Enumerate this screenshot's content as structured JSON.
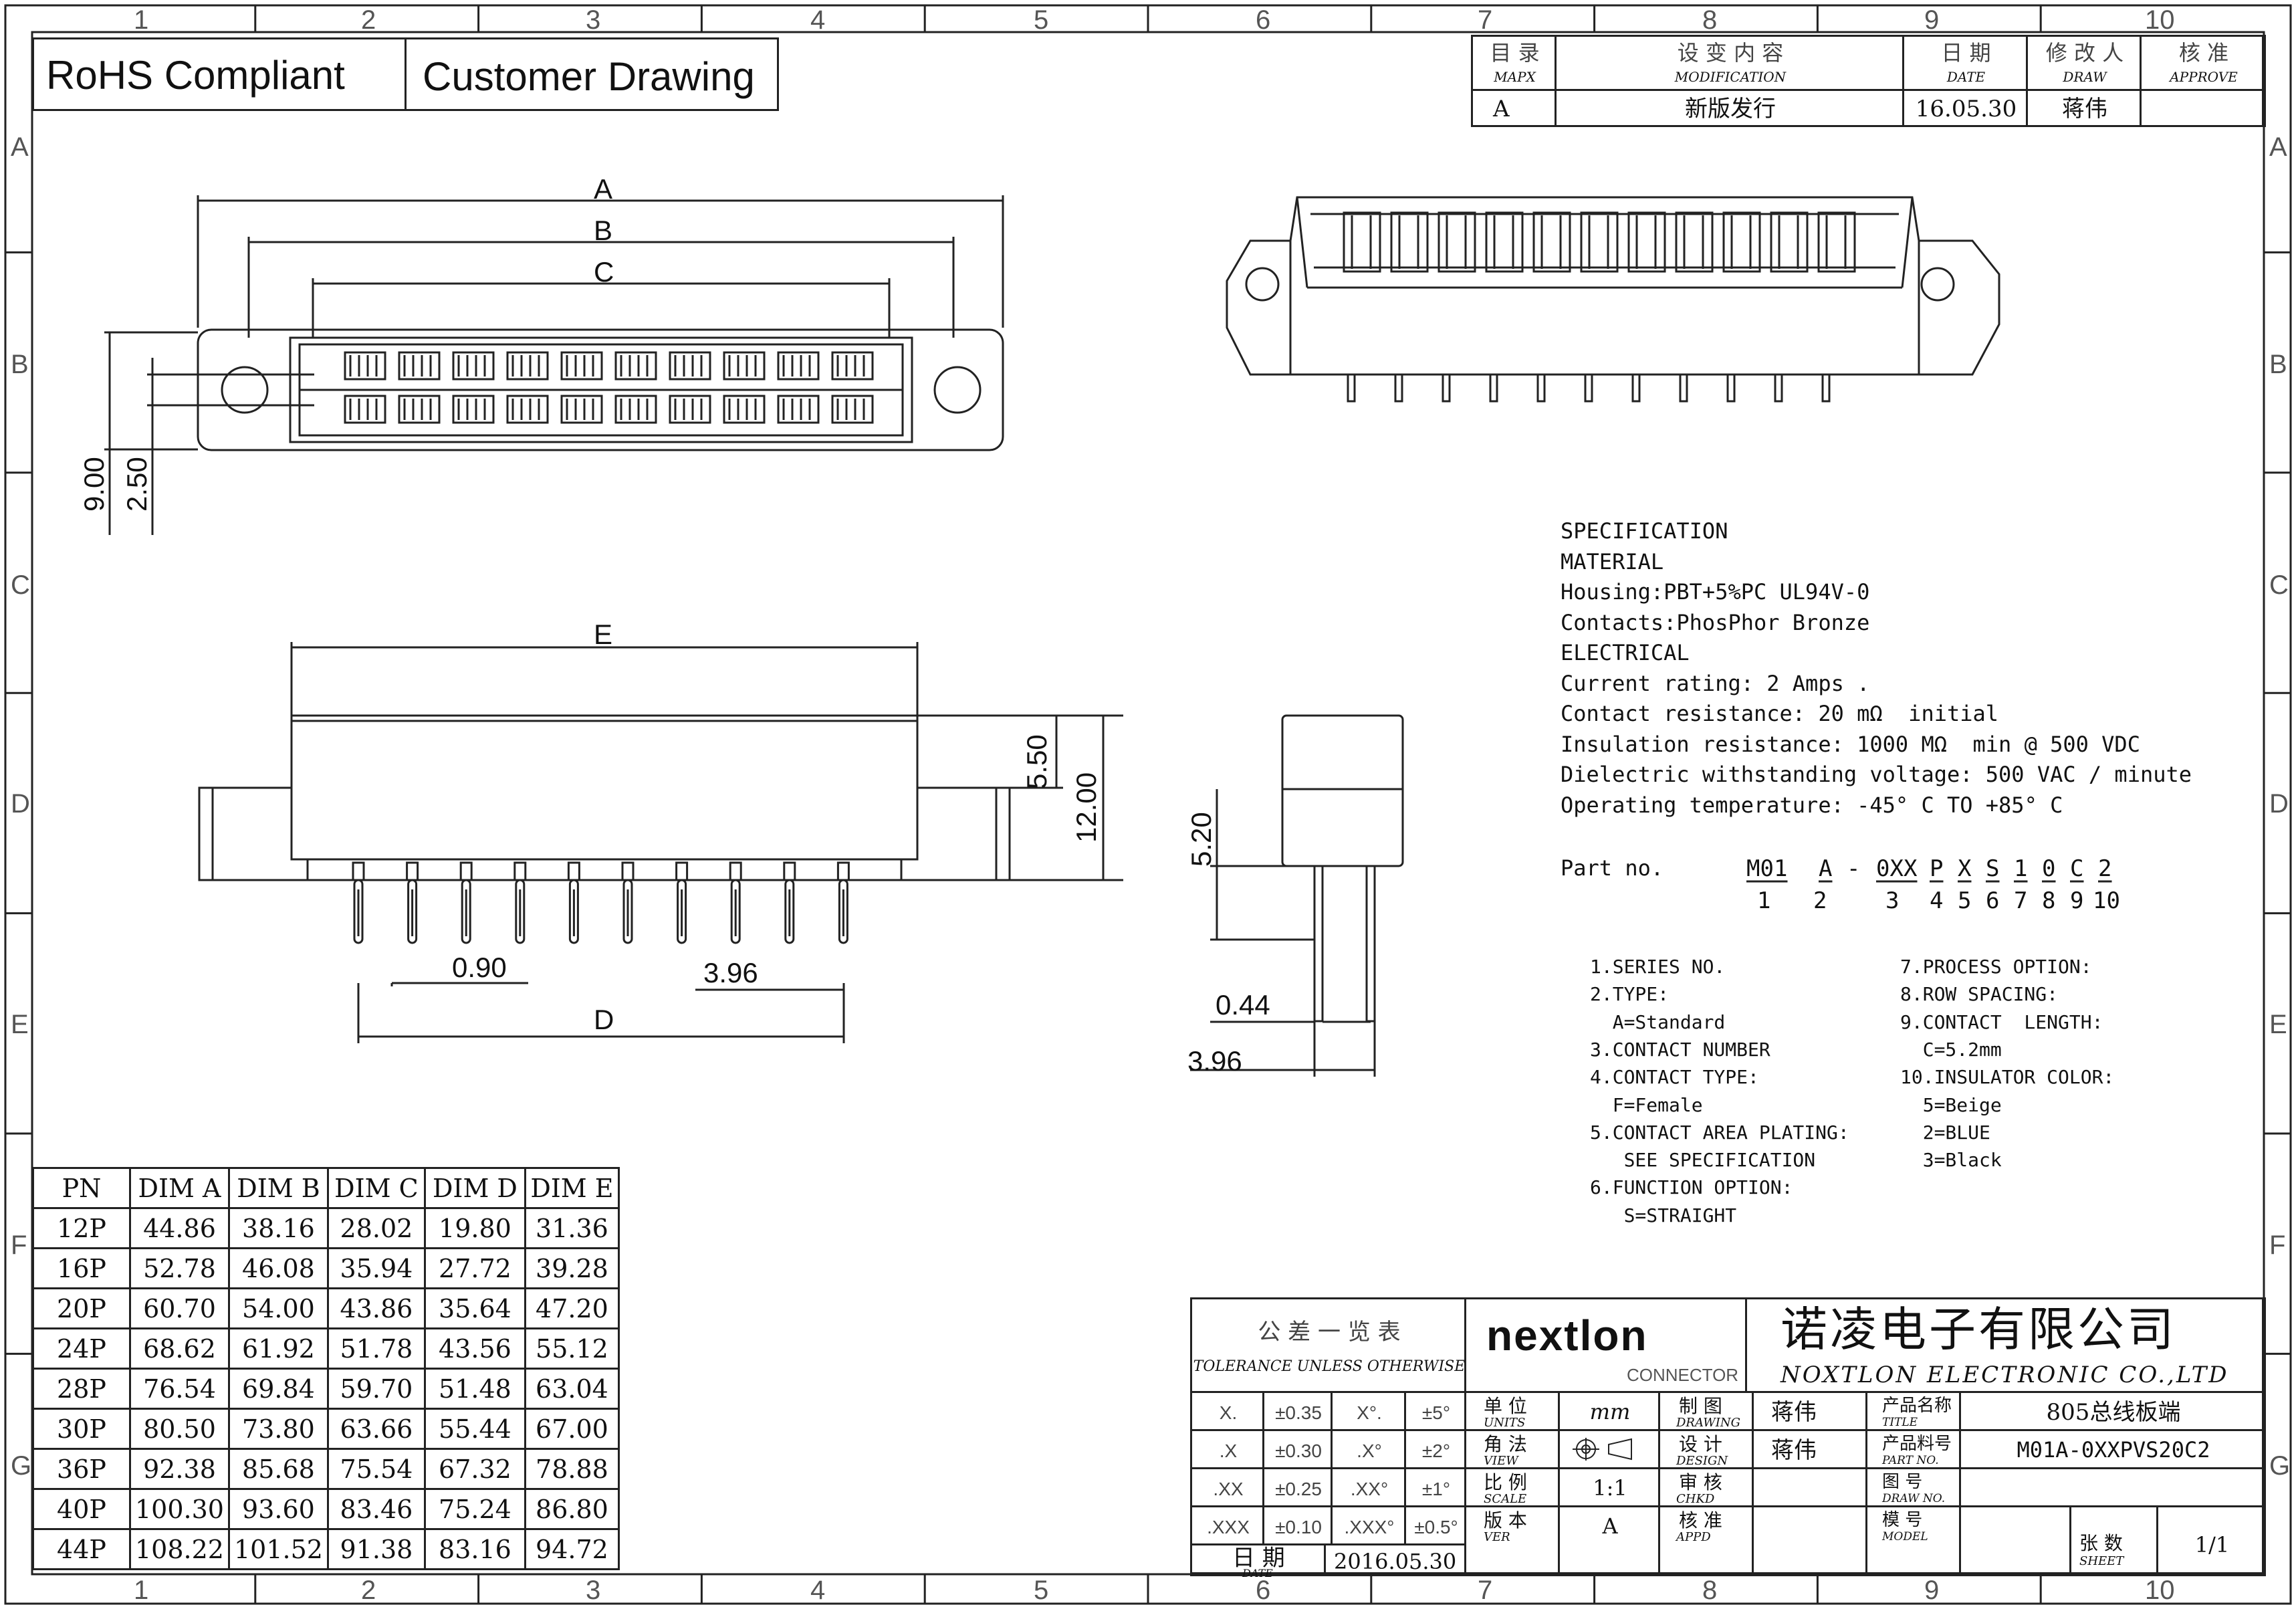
{
  "header": {
    "rohs": "RoHS Compliant",
    "doc_type": "Customer Drawing"
  },
  "grid": {
    "cols": [
      "1",
      "2",
      "3",
      "4",
      "5",
      "6",
      "7",
      "8",
      "9",
      "10"
    ],
    "rows": [
      "A",
      "B",
      "C",
      "D",
      "E",
      "F",
      "G"
    ]
  },
  "revision": {
    "headers": [
      {
        "cn": "目 录",
        "en": "MAPX"
      },
      {
        "cn": "设 变 内 容",
        "en": "MODIFICATION"
      },
      {
        "cn": "日 期",
        "en": "DATE"
      },
      {
        "cn": "修 改 人",
        "en": "DRAW"
      },
      {
        "cn": "核 准",
        "en": "APPROVE"
      }
    ],
    "row": {
      "mapx": "A",
      "modification": "新版发行",
      "date": "16.05.30",
      "draw": "蒋伟",
      "approve": ""
    }
  },
  "dimensions": {
    "a": "A",
    "b": "B",
    "c": "C",
    "e": "E",
    "d": "D",
    "h900": "9.00",
    "h250": "2.50",
    "h550": "5.50",
    "h1200": "12.00",
    "h520": "5.20",
    "p090": "0.90",
    "p396": "3.96",
    "p044": "0.44",
    "p396b": "3.96"
  },
  "spec": {
    "lines": [
      "SPECIFICATION",
      "MATERIAL",
      "Housing:PBT+5%PC UL94V-0",
      "Contacts:PhosPhor Bronze",
      "ELECTRICAL",
      "Current rating: 2 Amps .",
      "Contact resistance: 20 mΩ  initial",
      "Insulation resistance: 1000 MΩ  min @ 500 VDC",
      "Dielectric withstanding voltage: 500 VAC / minute",
      "Operating temperature: -45° C TO +85° C"
    ],
    "part_label": "Part no.",
    "part_segments": [
      "M01",
      "A",
      "-",
      "0XX",
      "P",
      "X",
      "S",
      "1",
      "0",
      "C",
      "2"
    ],
    "part_indices": [
      "1",
      "2",
      "3",
      "4",
      "5",
      "6",
      "7",
      "8",
      "9",
      "10"
    ]
  },
  "options_left": [
    "1.SERIES NO.",
    "2.TYPE:",
    "  A=Standard",
    "3.CONTACT NUMBER",
    "4.CONTACT TYPE:",
    "  F=Female",
    "5.CONTACT AREA PLATING:",
    "   SEE SPECIFICATION",
    "6.FUNCTION OPTION:",
    "   S=STRAIGHT"
  ],
  "options_right": [
    "7.PROCESS OPTION:",
    "8.ROW SPACING:",
    "9.CONTACT  LENGTH:",
    "  C=5.2mm",
    "10.INSULATOR COLOR:",
    "  5=Beige",
    "  2=BLUE",
    "  3=Black"
  ],
  "dim_table": {
    "headers": [
      "PN",
      "DIM A",
      "DIM B",
      "DIM C",
      "DIM D",
      "DIM E"
    ],
    "rows": [
      [
        "12P",
        "44.86",
        "38.16",
        "28.02",
        "19.80",
        "31.36"
      ],
      [
        "16P",
        "52.78",
        "46.08",
        "35.94",
        "27.72",
        "39.28"
      ],
      [
        "20P",
        "60.70",
        "54.00",
        "43.86",
        "35.64",
        "47.20"
      ],
      [
        "24P",
        "68.62",
        "61.92",
        "51.78",
        "43.56",
        "55.12"
      ],
      [
        "28P",
        "76.54",
        "69.84",
        "59.70",
        "51.48",
        "63.04"
      ],
      [
        "30P",
        "80.50",
        "73.80",
        "63.66",
        "55.44",
        "67.00"
      ],
      [
        "36P",
        "92.38",
        "85.68",
        "75.54",
        "67.32",
        "78.88"
      ],
      [
        "40P",
        "100.30",
        "93.60",
        "83.46",
        "75.24",
        "86.80"
      ],
      [
        "44P",
        "108.22",
        "101.52",
        "91.38",
        "83.16",
        "94.72"
      ]
    ]
  },
  "tolerance": {
    "title_cn": "公 差 一 览 表",
    "title_en": "TOLERANCE UNLESS OTHERWISE",
    "rows": [
      [
        "X.",
        "±0.35",
        "X°.",
        "±5°"
      ],
      [
        ".X",
        "±0.30",
        ".X°",
        "±2°"
      ],
      [
        ".XX",
        "±0.25",
        ".XX°",
        "±1°"
      ],
      [
        ".XXX",
        "±0.10",
        ".XXX°",
        "±0.5°"
      ]
    ],
    "date_cn": "日 期",
    "date_en": "DATE",
    "date_value": "2016.05.30"
  },
  "titleblock": {
    "logo": "nextlon",
    "logo_sub": "CONNECTOR",
    "company_cn": "诺凌电子有限公司",
    "company_en": "NOXTLON ELECTRONIC CO.,LTD",
    "units_cn": "单 位",
    "units_en": "UNITS",
    "units_val": "mm",
    "view_cn": "角 法",
    "view_en": "VIEW",
    "scale_cn": "比 例",
    "scale_en": "SCALE",
    "scale_val": "1:1",
    "ver_cn": "版 本",
    "ver_en": "VER",
    "ver_val": "A",
    "drawing_cn": "制 图",
    "drawing_en": "DRAWING",
    "drawing_val": "蒋伟",
    "design_cn": "设 计",
    "design_en": "DESIGN",
    "design_val": "蒋伟",
    "chkd_cn": "审 核",
    "chkd_en": "CHKD",
    "chkd_val": "",
    "appd_cn": "核 准",
    "appd_en": "APPD",
    "appd_val": "",
    "title_cn": "产品名称",
    "title_en": "TITLE",
    "title_val": "805总线板端",
    "partno_cn": "产品料号",
    "partno_en": "PART NO.",
    "partno_val": "M01A-0XXPVS20C2",
    "drawno_cn": "图 号",
    "drawno_en": "DRAW NO.",
    "drawno_val": "",
    "model_cn": "模 号",
    "model_en": "MODEL",
    "model_val": "",
    "sheet_cn": "张 数",
    "sheet_en": "SHEET",
    "sheet_val": "1/1"
  }
}
